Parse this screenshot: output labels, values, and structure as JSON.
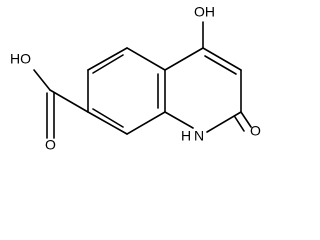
{
  "molecule": {
    "atoms": {
      "hydroxyl": "OH",
      "acid_hydroxyl": "HO",
      "acid_carbonyl_oxygen": "O",
      "ring_nitrogen": "N",
      "ring_nitrogen_h": "H",
      "ketone_oxygen": "O"
    }
  }
}
